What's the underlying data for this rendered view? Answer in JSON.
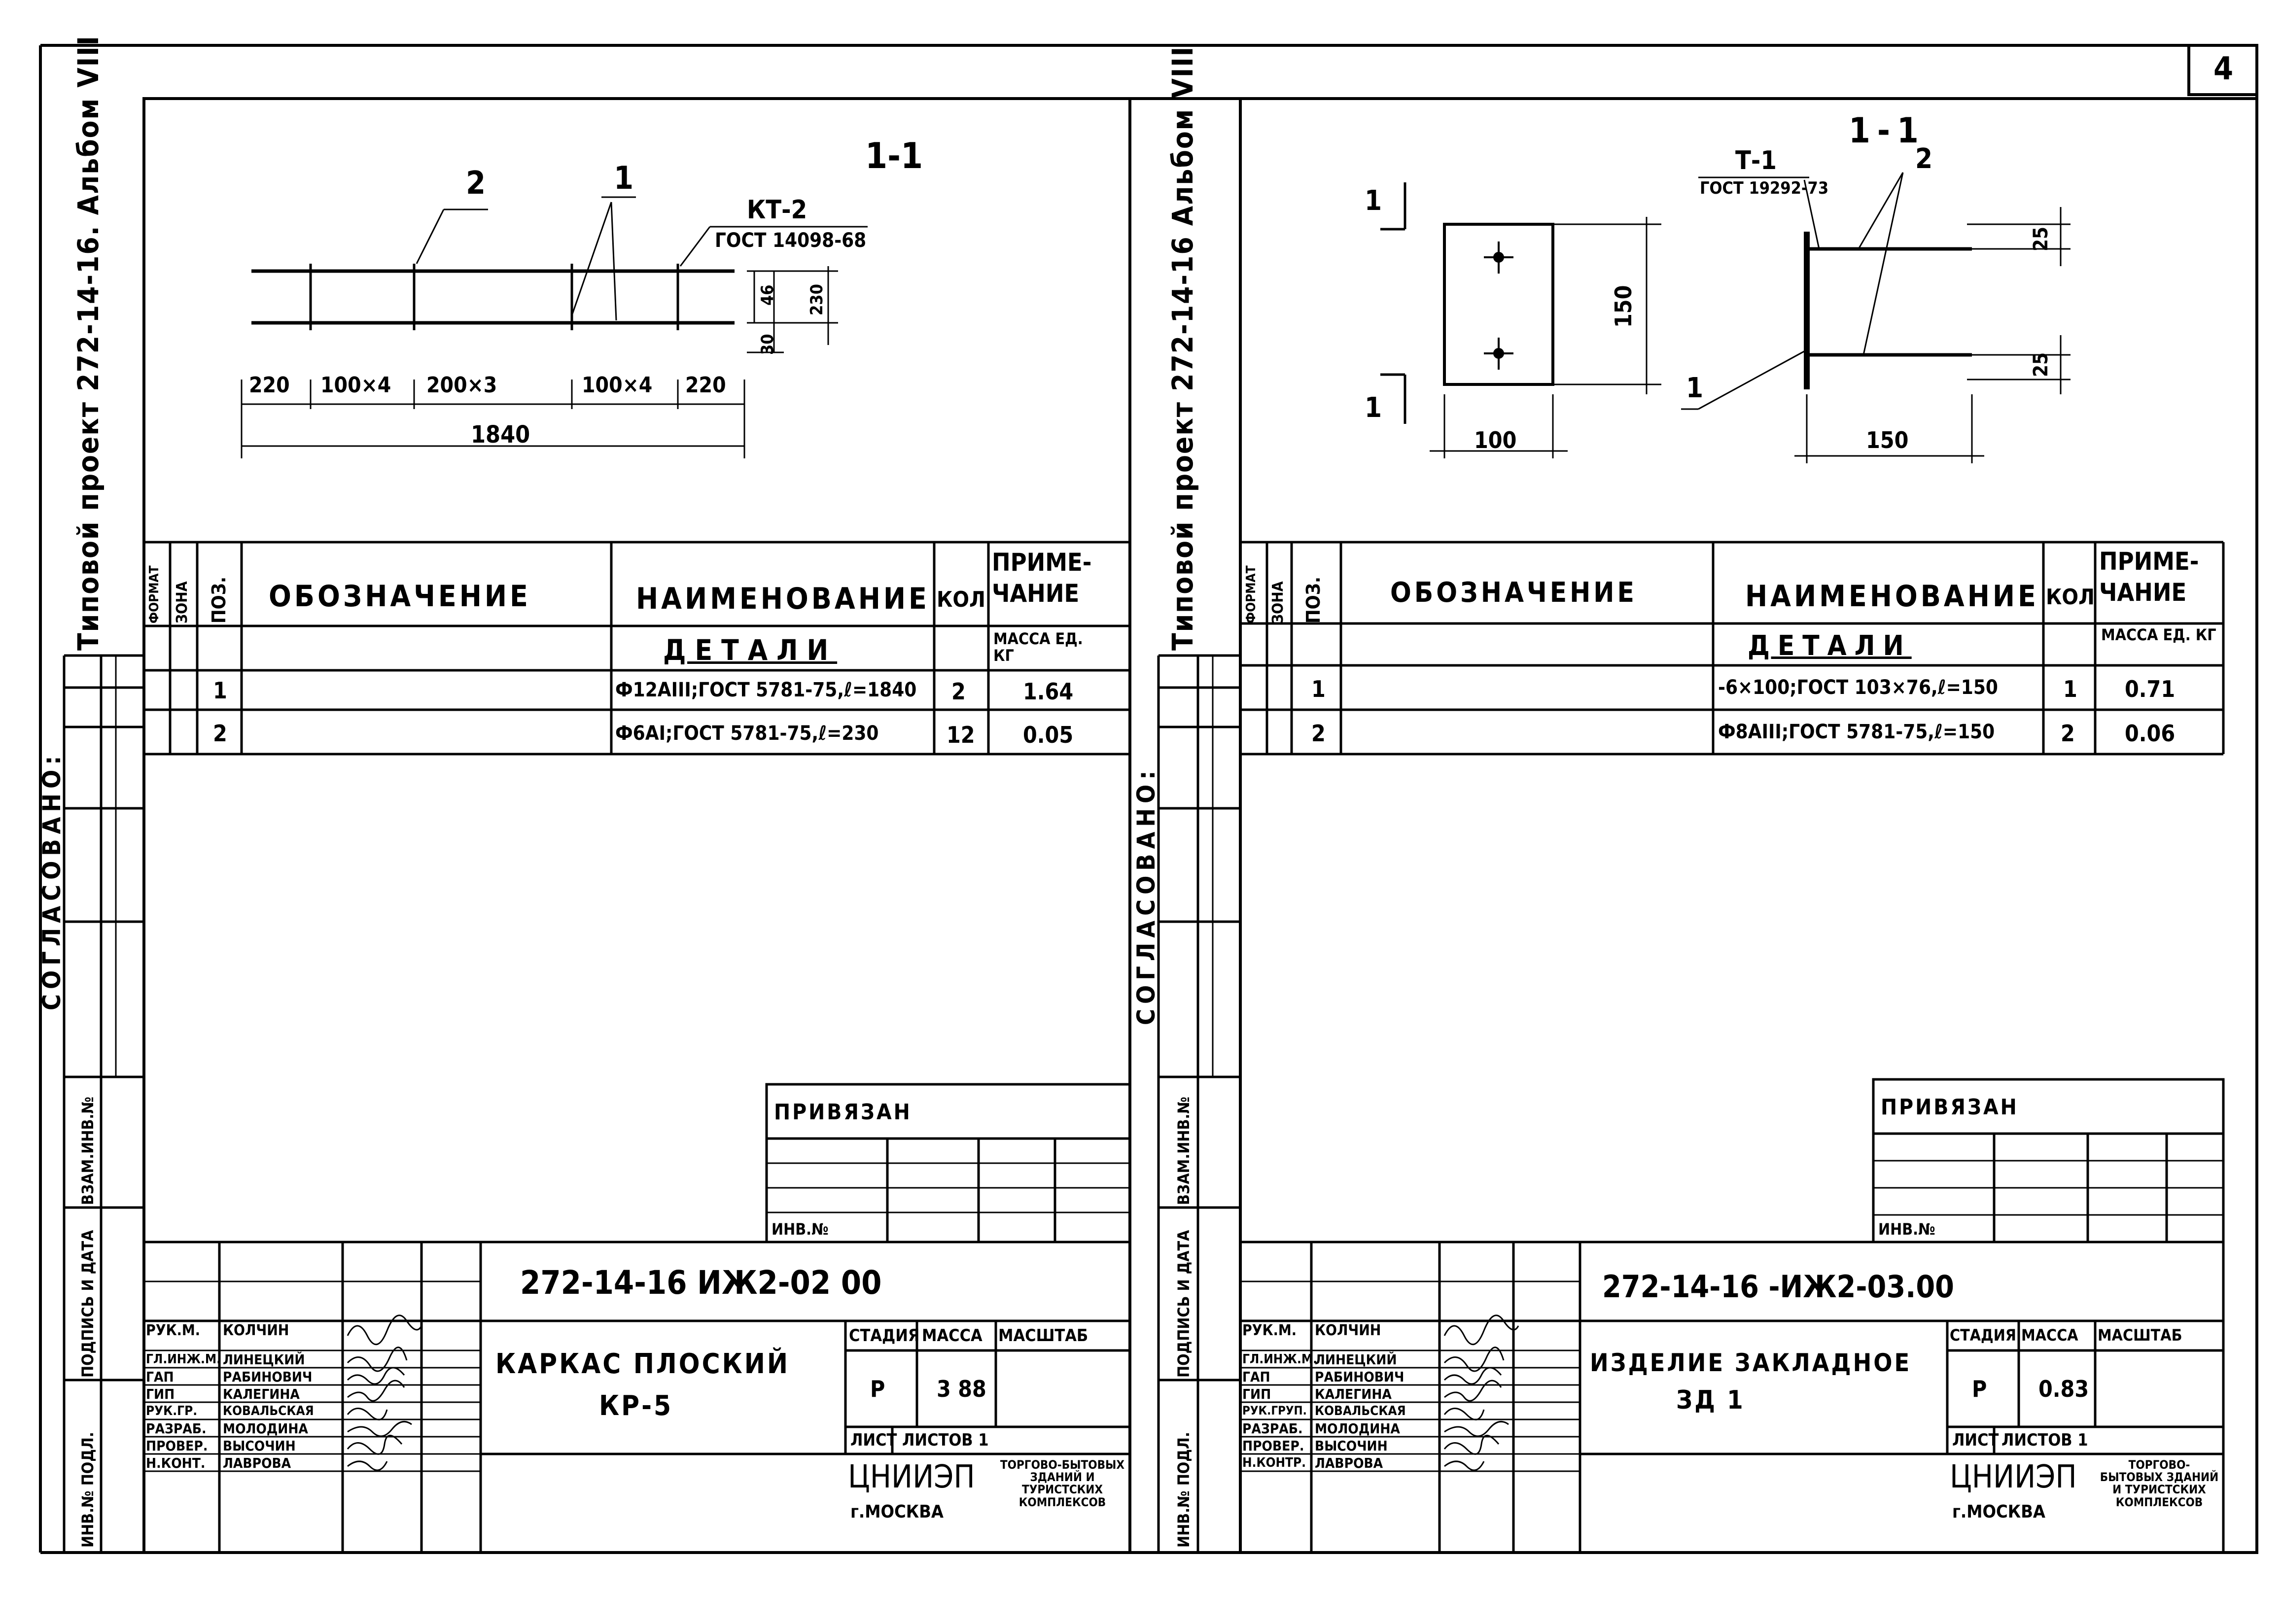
{
  "page_number": "4",
  "left": {
    "side_label": "Типовой проект 272-14-16. Альбом VIII",
    "agreed_label": "СОГЛАСОВАНО:",
    "side_fields": {
      "vzam": "ВЗАМ.ИНВ.№",
      "podpis": "ПОДПИСЬ И ДАТА",
      "inv": "ИНВ.№ ПОДЛ."
    },
    "drawing": {
      "section_label": "1-1",
      "pos2_label": "2",
      "pos1_label": "1",
      "kt_label": "КТ-2",
      "gost_label": "ГОСТ 14098-68",
      "dim_46": "46",
      "dim_30": "30",
      "dim_230": "230",
      "spacing": [
        "220",
        "100×4",
        "200×3",
        "100×4",
        "220"
      ],
      "total": "1840"
    },
    "spec": {
      "headers": {
        "format": "ФОРМАТ",
        "zone": "ЗОНА",
        "pos": "ПОЗ.",
        "designation": "ОБОЗНАЧЕНИЕ",
        "name": "НАИМЕНОВАНИЕ",
        "qty": "КОЛ",
        "note": "ПРИМЕ-ЧАНИЕ"
      },
      "section": "ДЕТАЛИ",
      "mass_label": "МАССА ЕД. КГ",
      "rows": [
        {
          "pos": "1",
          "name": "Ф12АIII;ГОСТ 5781-75,ℓ=1840",
          "qty": "2",
          "note": "1.64"
        },
        {
          "pos": "2",
          "name": "Ф6АI;ГОСТ 5781-75,ℓ=230",
          "qty": "12",
          "note": "0.05"
        }
      ]
    },
    "binding": {
      "title": "ПРИВЯЗАН",
      "inv": "ИНВ.№"
    },
    "title_block": {
      "code": "272-14-16   ИЖ2-02 00",
      "name_line1": "Каркас плоский",
      "name_line2": "КР-5",
      "stage_label": "СТАДИЯ",
      "mass_label": "МАССА",
      "scale_label": "МАСШТАБ",
      "stage": "Р",
      "mass": "3 88",
      "sheet_label": "ЛИСТ",
      "sheets_label": "ЛИСТОВ 1",
      "org": "ЦНИИЭП",
      "org_sub": "ТОРГОВО-БЫТОВЫХ ЗДАНИЙ И ТУРИСТСКИХ КОМПЛЕКСОВ",
      "city": "г.МОСКВА",
      "staff": [
        {
          "role": "РУК.М.",
          "name": "КОЛЧИН"
        },
        {
          "role": "ГЛ.ИНЖ.М.",
          "name": "ЛИНЕЦКИЙ"
        },
        {
          "role": "ГАП",
          "name": "РАБИНОВИЧ"
        },
        {
          "role": "ГИП",
          "name": "КАЛЕГИНА"
        },
        {
          "role": "РУК.ГР.",
          "name": "КОВАЛЬСКАЯ"
        },
        {
          "role": "РАЗРАБ.",
          "name": "МОЛОДИНА"
        },
        {
          "role": "ПРОВЕР.",
          "name": "ВЫСОЧИН"
        },
        {
          "role": "Н.КОНТ.",
          "name": "ЛАВРОВА"
        }
      ]
    }
  },
  "right": {
    "side_label": "Типовой проект 272-14-16 Альбом VIII",
    "agreed_label": "СОГЛАСОВАНО:",
    "side_fields": {
      "vzam": "ВЗАМ.ИНВ.№",
      "podpis": "ПОДПИСЬ И ДАТА",
      "inv": "ИНВ.№ ПОДЛ."
    },
    "drawing": {
      "section_label": "1-1",
      "t1_label": "Т-1",
      "gost_label": "ГОСТ 19292-73",
      "pos2_label": "2",
      "pos1_label": "1",
      "cut_label": "1",
      "dim_150_v": "150",
      "dim_100": "100",
      "dim_150_h": "150",
      "dim_25a": "25",
      "dim_25b": "25"
    },
    "spec": {
      "headers": {
        "format": "ФОРМАТ",
        "zone": "ЗОНА",
        "pos": "ПОЗ.",
        "designation": "ОБОЗНАЧЕНИЕ",
        "name": "НАИМЕНОВАНИЕ",
        "qty": "КОЛ",
        "note": "ПРИМЕ-ЧАНИЕ"
      },
      "section": "ДЕТАЛИ",
      "mass_label": "МАССА ЕД. КГ",
      "rows": [
        {
          "pos": "1",
          "name": "-6×100;ГОСТ 103×76,ℓ=150",
          "qty": "1",
          "note": "0.71"
        },
        {
          "pos": "2",
          "name": "Ф8АIII;ГОСТ 5781-75,ℓ=150",
          "qty": "2",
          "note": "0.06"
        }
      ]
    },
    "binding": {
      "title": "ПРИВЯЗАН",
      "inv": "ИНВ.№"
    },
    "title_block": {
      "code": "272-14-16 -ИЖ2-03.00",
      "name_line1": "Изделие закладное",
      "name_line2": "ЗД 1",
      "stage_label": "СТАДИЯ",
      "mass_label": "МАССА",
      "scale_label": "МАСШТАБ",
      "stage": "Р",
      "mass": "0.83",
      "sheet_label": "ЛИСТ",
      "sheets_label": "ЛИСТОВ 1",
      "org": "ЦНИИЭП",
      "org_sub": "ТОРГОВО-БЫТОВЫХ ЗДАНИЙ И ТУРИСТСКИХ КОМПЛЕКСОВ",
      "city": "г.МОСКВА",
      "staff": [
        {
          "role": "РУК.М.",
          "name": "КОЛЧИН"
        },
        {
          "role": "ГЛ.ИНЖ.М.",
          "name": "ЛИНЕЦКИЙ"
        },
        {
          "role": "ГАП",
          "name": "РАБИНОВИЧ"
        },
        {
          "role": "ГИП",
          "name": "КАЛЕГИНА"
        },
        {
          "role": "РУК.ГРУП.",
          "name": "КОВАЛЬСКАЯ"
        },
        {
          "role": "РАЗРАБ.",
          "name": "МОЛОДИНА"
        },
        {
          "role": "ПРОВЕР.",
          "name": "ВЫСОЧИН"
        },
        {
          "role": "Н.КОНТР.",
          "name": "ЛАВРОВА"
        }
      ]
    }
  }
}
